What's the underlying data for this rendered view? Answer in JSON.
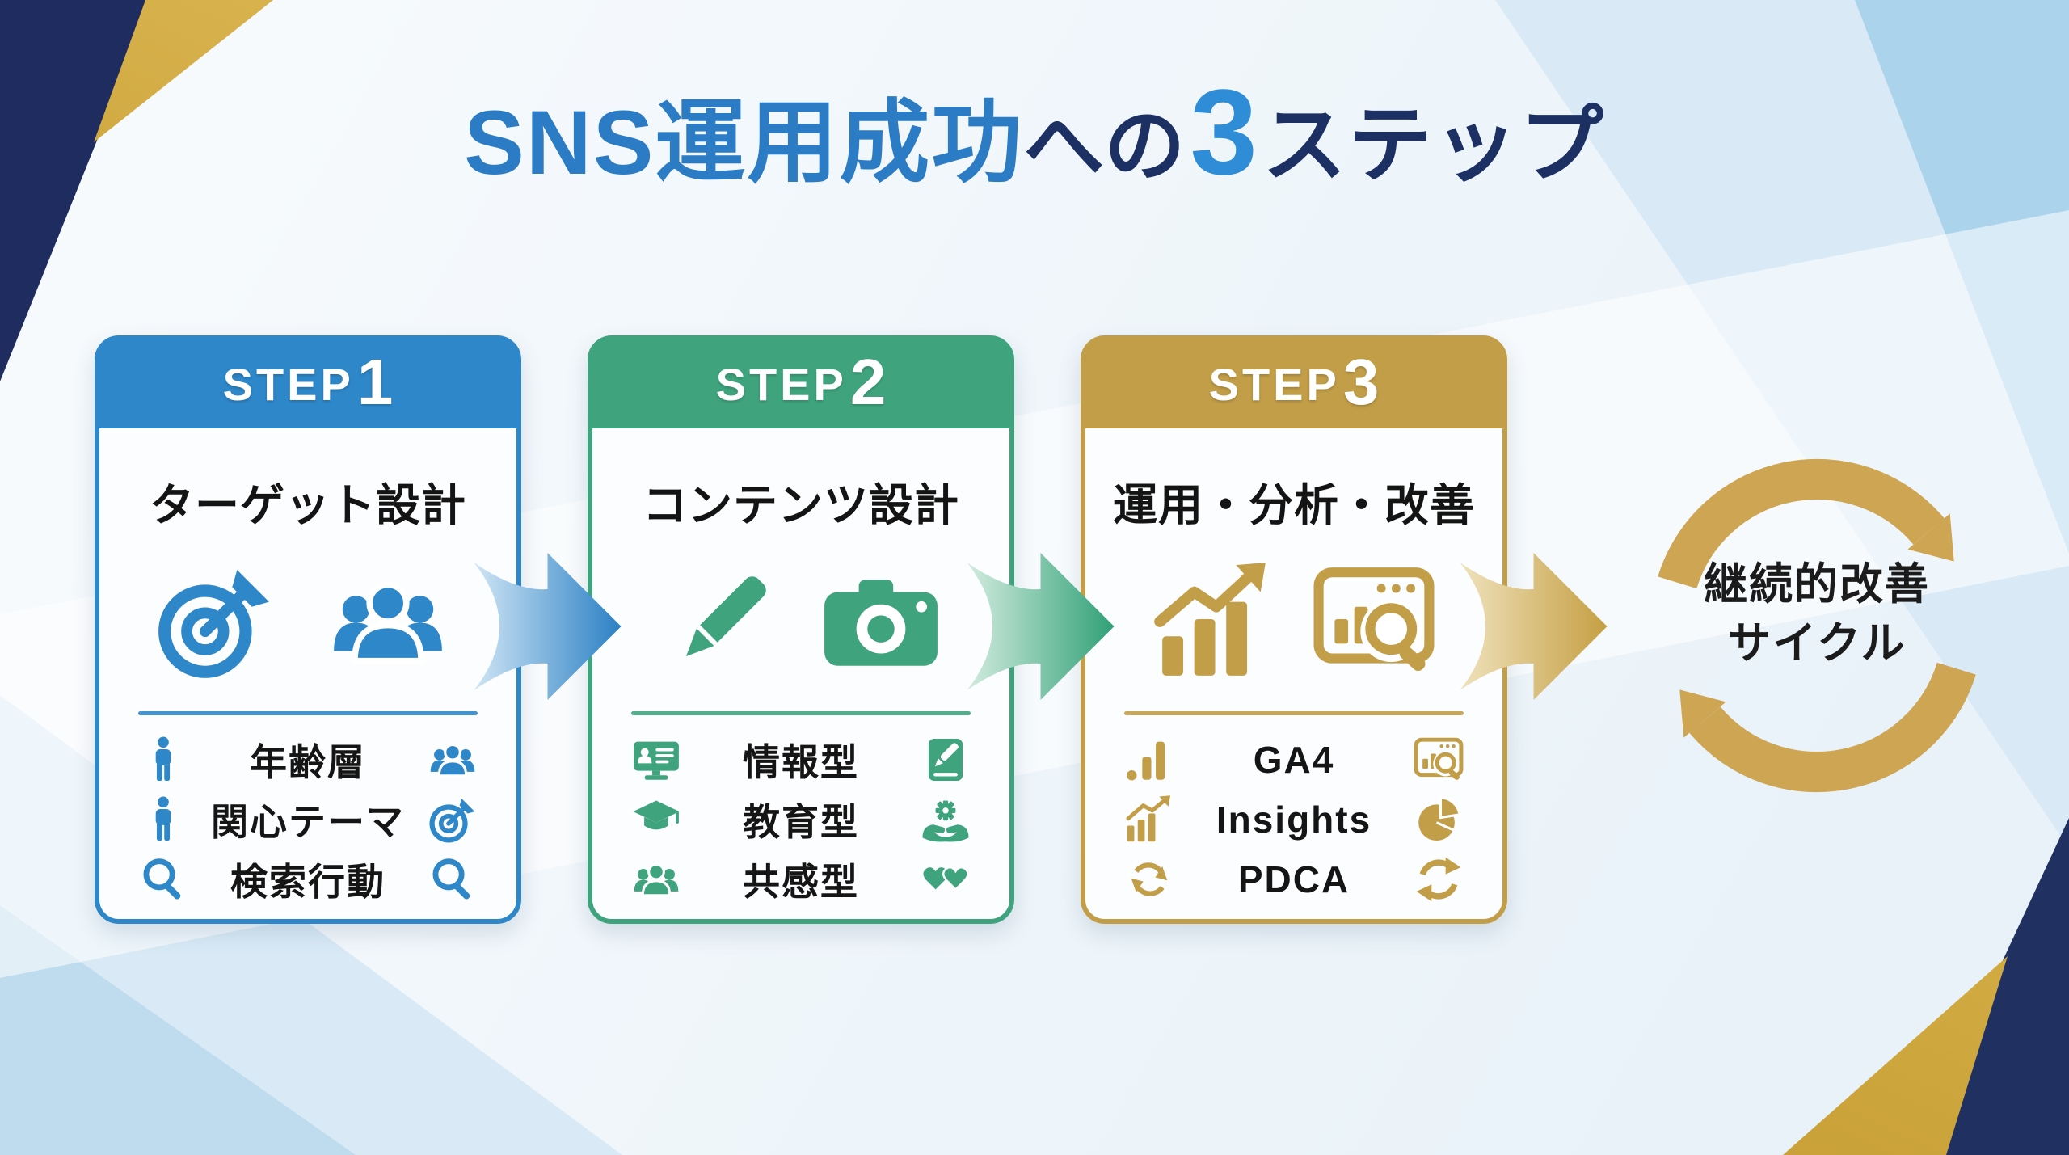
{
  "title": {
    "part1": "SNS運用成功",
    "part2": "への",
    "part3": "3",
    "part4": "ステップ"
  },
  "steps": [
    {
      "badge": "STEP",
      "num": "1",
      "heading": "ターゲット設計",
      "accent_color": "#2E87C9",
      "main_icons": [
        "target-icon",
        "users-group-icon"
      ],
      "items": [
        {
          "left_icon": "person-icon",
          "label": "年齢層",
          "right_icon": "users-group-icon"
        },
        {
          "left_icon": "person-icon",
          "label": "関心テーマ",
          "right_icon": "target-icon"
        },
        {
          "left_icon": "search-icon",
          "label": "検索行動",
          "right_icon": "search-icon"
        }
      ]
    },
    {
      "badge": "STEP",
      "num": "2",
      "heading": "コンテンツ設計",
      "accent_color": "#3FA47E",
      "main_icons": [
        "pen-icon",
        "camera-icon"
      ],
      "items": [
        {
          "left_icon": "screen-profile-icon",
          "label": "情報型",
          "right_icon": "note-pen-icon"
        },
        {
          "left_icon": "graduation-cap-icon",
          "label": "教育型",
          "right_icon": "hands-gear-icon"
        },
        {
          "left_icon": "users-group-icon",
          "label": "共感型",
          "right_icon": "hearts-icon"
        }
      ]
    },
    {
      "badge": "STEP",
      "num": "3",
      "heading": "運用・分析・改善",
      "accent_color": "#C29E48",
      "main_icons": [
        "chart-growth-icon",
        "browser-analytics-icon"
      ],
      "items": [
        {
          "left_icon": "bars-analytics-icon",
          "label": "GA4",
          "right_icon": "browser-analytics-icon"
        },
        {
          "left_icon": "chart-growth-icon",
          "label": "Insights",
          "right_icon": "pie-chart-icon"
        },
        {
          "left_icon": "recycle-icon",
          "label": "PDCA",
          "right_icon": "sync-arrows-icon"
        }
      ]
    }
  ],
  "cycle": {
    "icon": "cycle-arrows-icon",
    "line1": "継続的改善",
    "line2": "サイクル",
    "color": "#CDA553"
  },
  "colors": {
    "title_blue": "#2B7CC5",
    "title_navy": "#1D3064",
    "step1_blue": "#2E87C9",
    "step2_green": "#3FA47E",
    "step3_gold": "#C29E48",
    "cycle_gold": "#CDA553",
    "corner_navy": "#1E2C5F",
    "corner_gold": "#D8B04A"
  }
}
